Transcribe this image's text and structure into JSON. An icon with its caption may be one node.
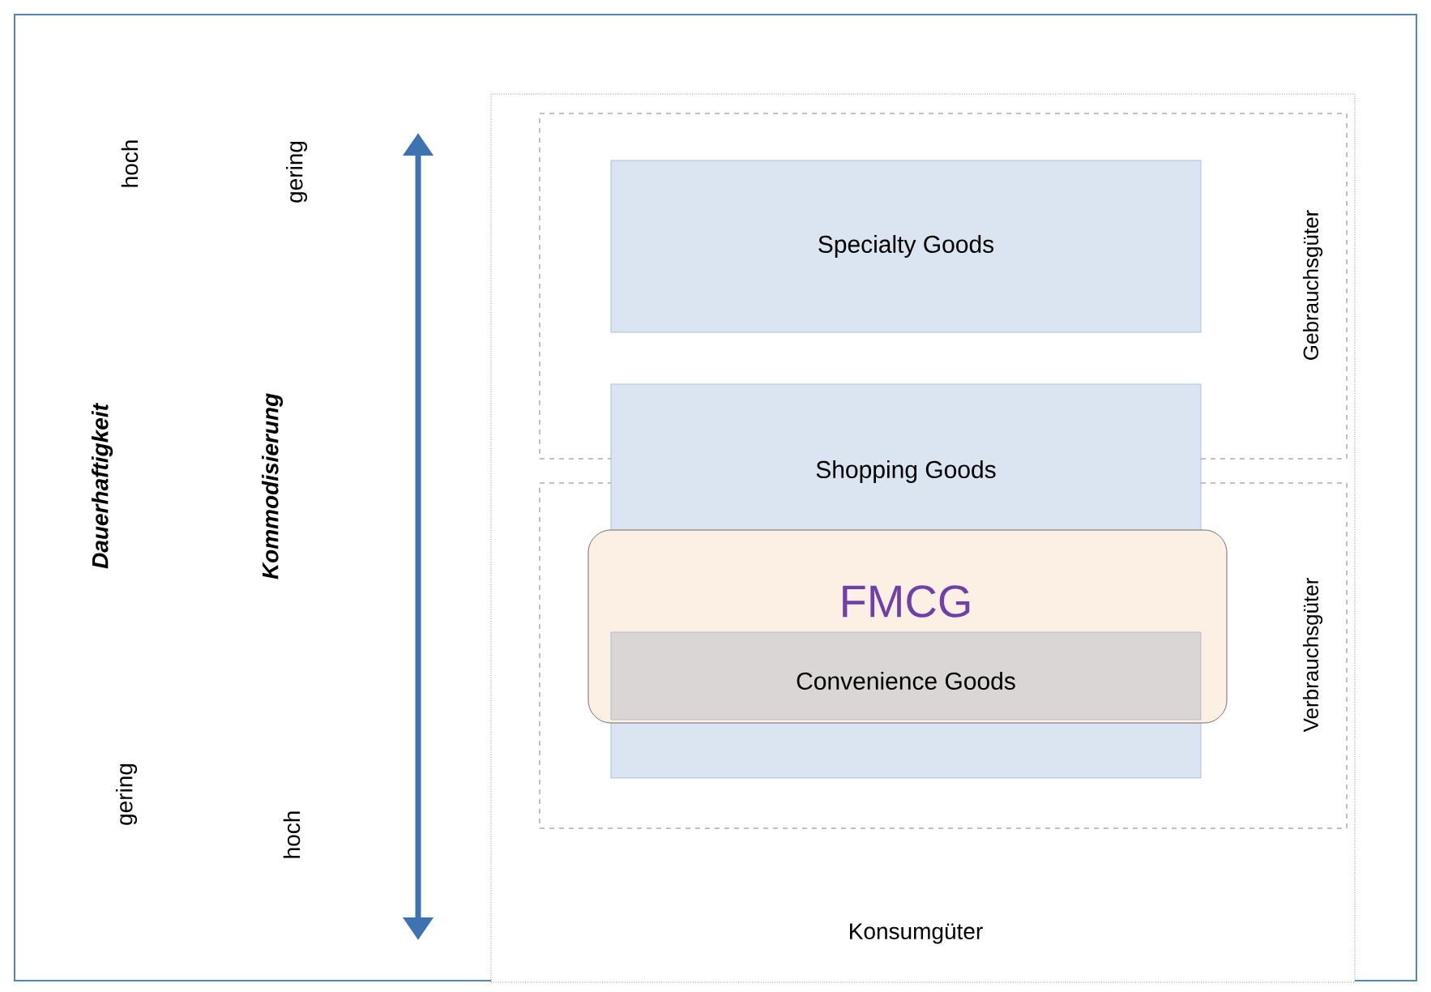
{
  "diagram": {
    "nodes": [
      {
        "text": [
          "Konsumgüter"
        ]
      },
      {
        "text": [
          "Gebrauchsgüter"
        ],
        "in": 0
      },
      {
        "text": [
          "Verbrauchsgüter"
        ],
        "in": 0
      },
      {
        "text": [
          "Specialty Goods"
        ],
        "in": 1
      },
      {
        "text": [
          "Shopping Goods"
        ],
        "in": 0
      },
      {
        "text": [
          "FMCG"
        ],
        "in": 2
      },
      {
        "text": [
          "Convenience Goods"
        ],
        "in": 5
      }
    ],
    "labels": [
      "hoch",
      "Dauerhaftigkeit",
      "gering",
      "gering",
      "Kommodisierung",
      "hoch"
    ]
  }
}
